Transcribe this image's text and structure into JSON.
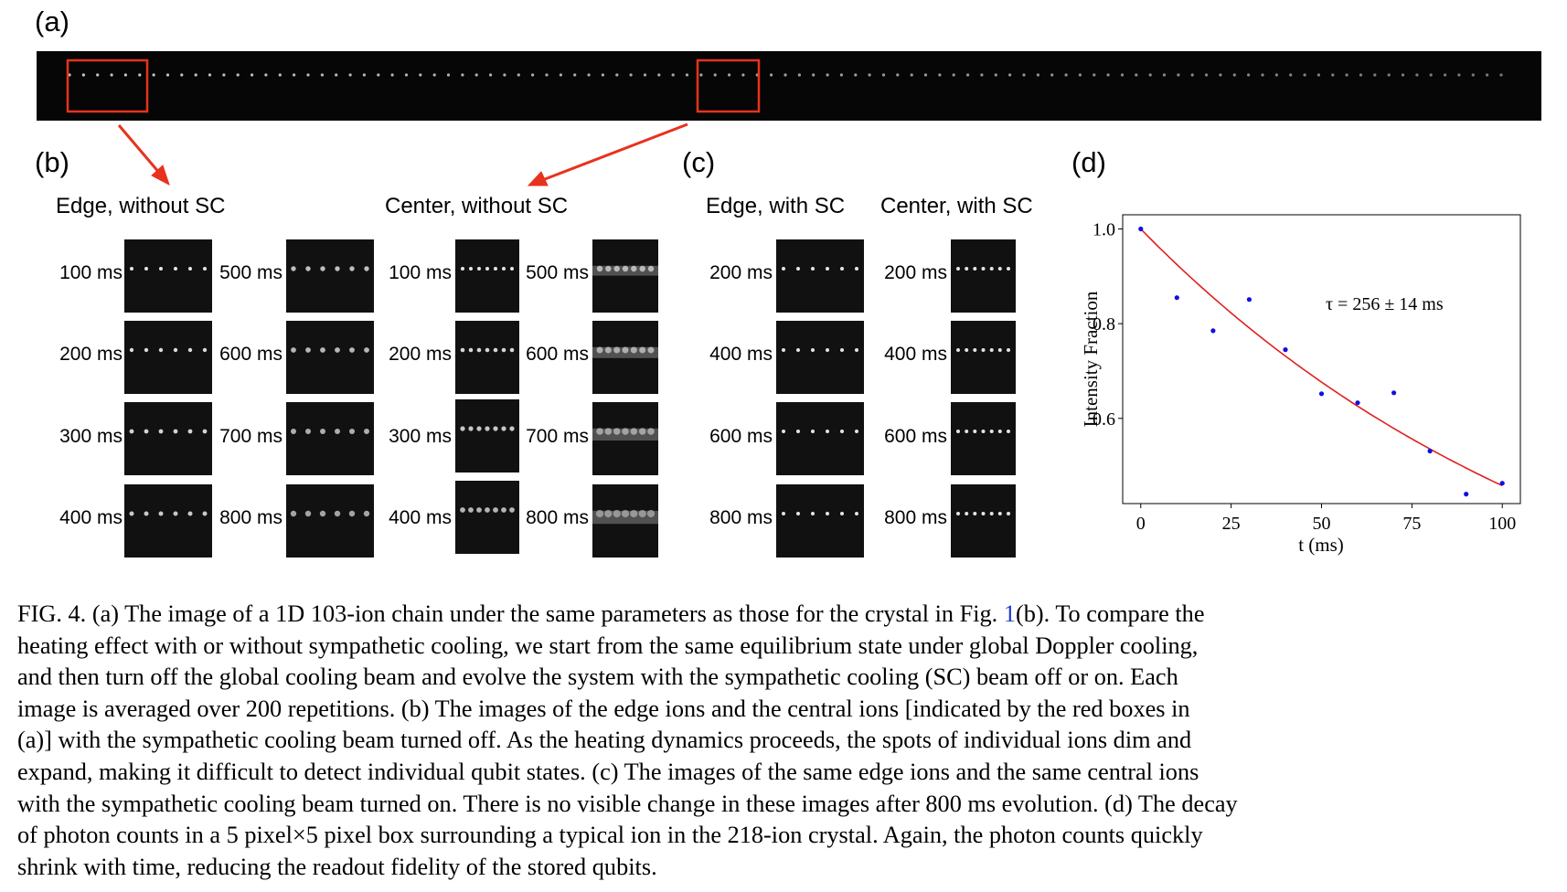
{
  "panel_a": {
    "label": "(a)"
  },
  "panel_b": {
    "label": "(b)",
    "groups": [
      {
        "title": "Edge, without SC",
        "times_left": [
          "100 ms",
          "200 ms",
          "300 ms",
          "400 ms"
        ],
        "times_right": [
          "500 ms",
          "600 ms",
          "700 ms",
          "800 ms"
        ]
      },
      {
        "title": "Center, without SC",
        "times_left": [
          "100 ms",
          "200 ms",
          "300 ms",
          "400 ms"
        ],
        "times_right": [
          "500 ms",
          "600 ms",
          "700 ms",
          "800 ms"
        ]
      }
    ]
  },
  "panel_c": {
    "label": "(c)",
    "groups": [
      {
        "title": "Edge, with SC",
        "times": [
          "200 ms",
          "400 ms",
          "600 ms",
          "800 ms"
        ]
      },
      {
        "title": "Center, with SC",
        "times": [
          "200 ms",
          "400 ms",
          "600 ms",
          "800 ms"
        ]
      }
    ]
  },
  "panel_d": {
    "label": "(d)"
  },
  "chart_data": {
    "type": "scatter",
    "xlabel": "t (ms)",
    "ylabel": "Intensity Fraction",
    "annotation": "τ = 256 ± 14 ms",
    "xlim": [
      -5,
      105
    ],
    "ylim": [
      0.42,
      1.03
    ],
    "xticks": [
      "0",
      "25",
      "50",
      "75",
      "100"
    ],
    "yticks": [
      "0.6",
      "0.8",
      "1.0"
    ],
    "grid": false,
    "series": [
      {
        "type": "scatter",
        "color": "#1010e0",
        "x": [
          0,
          10,
          20,
          30,
          40,
          50,
          60,
          70,
          80,
          90,
          100
        ],
        "y": [
          1.0,
          0.855,
          0.785,
          0.851,
          0.745,
          0.652,
          0.633,
          0.654,
          0.531,
          0.44,
          0.463
        ]
      },
      {
        "type": "line",
        "color": "#e02020",
        "fit": "exponential",
        "tau_ms": 256
      }
    ]
  },
  "caption": {
    "lines": [
      [
        "FIG. 4.  (a) The image of a 1D 103-ion chain under the same parameters as those for the crystal in Fig. ",
        "1",
        "(b).  To compare the"
      ],
      [
        "heating effect with or without sympathetic cooling, we start from the same equilibrium state under global Doppler cooling,"
      ],
      [
        "and then turn off the global cooling beam and evolve the system with the sympathetic cooling (SC) beam off or on.  Each"
      ],
      [
        "image is averaged over 200 repetitions.  (b) The images of the edge ions and the central ions [indicated by the red boxes in"
      ],
      [
        "(a)] with the sympathetic cooling beam turned off.  As the heating dynamics proceeds, the spots of individual ions dim and"
      ],
      [
        "expand, making it difficult to detect individual qubit states.  (c) The images of the same edge ions and the same central ions"
      ],
      [
        "with the sympathetic cooling beam turned on.  There is no visible change in these images after 800 ms evolution.  (d) The decay"
      ],
      [
        "of photon counts in a 5 pixel×5 pixel box surrounding a typical ion in the 218-ion crystal.  Again, the photon counts quickly"
      ],
      [
        "shrink with time, reducing the readout fidelity of the stored qubits."
      ]
    ]
  },
  "colors": {
    "highlight_box": "#e8321e",
    "arrow": "#e8321e",
    "fit_line": "#e02020",
    "data_points": "#1010e0"
  }
}
